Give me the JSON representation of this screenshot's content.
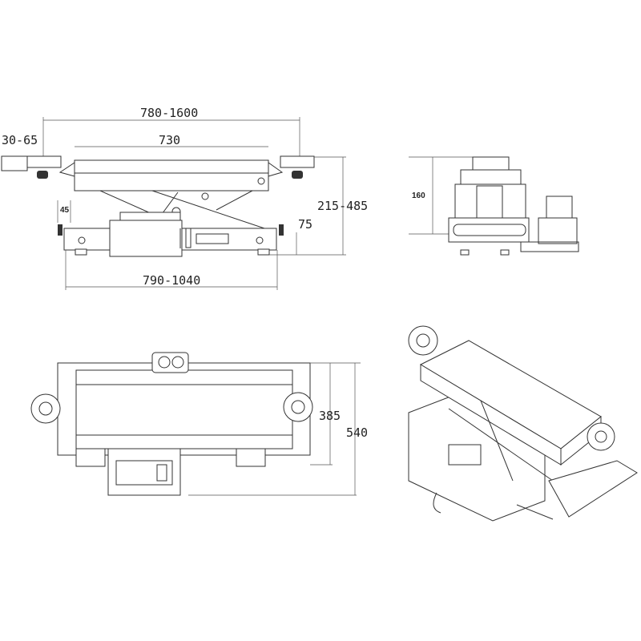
{
  "front_view": {
    "dim_total_width": "780-1600",
    "dim_table_width": "730",
    "dim_pad_offset": "30-65",
    "dim_height_range": "215-485",
    "dim_leg": "45",
    "dim_base_height": "75",
    "dim_base_width": "790-1040"
  },
  "side_view": {
    "dim_height": "160"
  },
  "top_view": {
    "dim_inner_width": "385",
    "dim_outer_width": "540"
  },
  "colors": {
    "line": "#333333",
    "background": "#ffffff"
  }
}
